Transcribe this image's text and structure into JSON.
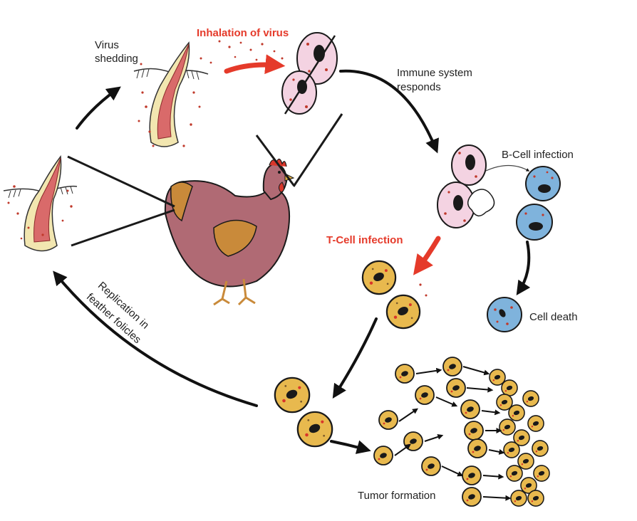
{
  "labels": {
    "virus_shedding_1": "Virus",
    "virus_shedding_2": "shedding",
    "inhalation": "Inhalation of virus",
    "immune_1": "Immune system",
    "immune_2": "responds",
    "b_cell": "B-Cell infection",
    "t_cell": "T-Cell infection",
    "cell_death": "Cell death",
    "replication_1": "Replication in",
    "replication_2": "feather folicles",
    "tumor": "Tumor formation"
  },
  "colors": {
    "accent_red": "#e53a2a",
    "follicle": "#d96a6a",
    "lung_cell": "#f4d3e2",
    "b_cell": "#7fb3dc",
    "t_cell": "#e8b94e",
    "chicken": "#b06a74",
    "outline": "#1a1a1a"
  },
  "icons": [
    "feather-follicle-icon",
    "lung-epithelial-cells-icon",
    "chicken-icon",
    "b-cell-icon",
    "t-cell-icon",
    "tumor-cells-icon"
  ]
}
